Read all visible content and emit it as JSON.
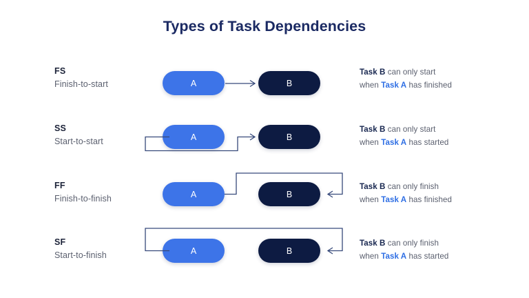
{
  "title": "Types of Task Dependencies",
  "colors": {
    "title": "#1b2a63",
    "task_a_fill": "#3d74e8",
    "task_b_fill": "#0d1b42",
    "connector": "#36497a",
    "body_text": "#5a5f6e",
    "task_b_text": "#17264f",
    "task_a_text": "#2f6fe4",
    "background": "#ffffff"
  },
  "node_labels": {
    "a": "A",
    "b": "B"
  },
  "rows": [
    {
      "code": "FS",
      "name": "Finish-to-start",
      "connector_type": "straight-arrow-a-to-b",
      "desc": {
        "bold_b": "Task B",
        "mid1": " can only start",
        "mid2": "when ",
        "bold_a": "Task A",
        "tail": " has finished"
      }
    },
    {
      "code": "SS",
      "name": "Start-to-start",
      "connector_type": "start-of-a-to-start-of-b",
      "desc": {
        "bold_b": "Task B",
        "mid1": " can only start",
        "mid2": "when ",
        "bold_a": "Task A",
        "tail": " has started"
      }
    },
    {
      "code": "FF",
      "name": "Finish-to-finish",
      "connector_type": "finish-of-a-to-finish-of-b",
      "desc": {
        "bold_b": "Task B",
        "mid1": " can only finish",
        "mid2": "when ",
        "bold_a": "Task A",
        "tail": " has finished"
      }
    },
    {
      "code": "SF",
      "name": "Start-to-finish",
      "connector_type": "start-of-a-to-finish-of-b",
      "desc": {
        "bold_b": "Task B",
        "mid1": " can only finish",
        "mid2": "when ",
        "bold_a": "Task A",
        "tail": " has started"
      }
    }
  ]
}
